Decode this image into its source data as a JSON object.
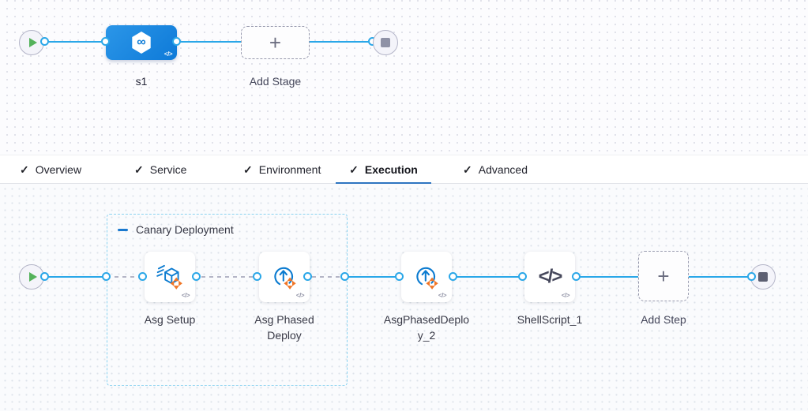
{
  "top_pipeline": {
    "stage": {
      "label": "s1",
      "icon": "cd-stage-icon",
      "code_badge": "</>"
    },
    "add_stage": {
      "label": "Add Stage"
    }
  },
  "tabs": [
    {
      "label": "Overview",
      "checked": true,
      "active": false
    },
    {
      "label": "Service",
      "checked": true,
      "active": false
    },
    {
      "label": "Environment",
      "checked": true,
      "active": false
    },
    {
      "label": "Execution",
      "checked": true,
      "active": true
    },
    {
      "label": "Advanced",
      "checked": true,
      "active": false
    }
  ],
  "check_glyph": "✓",
  "execution": {
    "group_label": "Canary Deployment",
    "steps": [
      {
        "label": "Asg Setup",
        "icon": "asg-setup-icon",
        "code_badge": "</>"
      },
      {
        "label": "Asg Phased Deploy",
        "icon": "asg-phased-deploy-icon",
        "code_badge": "</>"
      },
      {
        "label": "AsgPhasedDeploy_2",
        "icon": "asg-phased-deploy-icon",
        "code_badge": "</>"
      },
      {
        "label": "ShellScript_1",
        "icon": "shell-script-icon",
        "code_badge": "</>"
      }
    ],
    "shell_glyph": "</>",
    "add_step": {
      "label": "Add Step"
    }
  },
  "glyphs": {
    "plus": "+",
    "infinity": "∞"
  },
  "colors": {
    "connector_blue": "#2aa7e8",
    "connector_dash_gray": "#b4b5c6",
    "stage_blue": "#1287e0",
    "icon_blue": "#0b7bd0",
    "icon_orange": "#f07525",
    "group_border": "#8ad2f0",
    "active_tab_underline": "#2d74c0",
    "play_green": "#54b25b",
    "stop_gray_top": "#8f92a6",
    "stop_gray_bottom": "#5c5f72"
  }
}
